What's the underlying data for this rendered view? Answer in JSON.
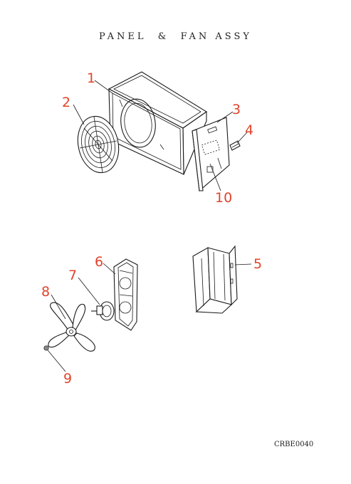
{
  "title": "PANEL  &  FAN ASSY",
  "drawing_code": "CRBE0040",
  "callouts": [
    {
      "id": "callout-1",
      "label": "1"
    },
    {
      "id": "callout-2",
      "label": "2"
    },
    {
      "id": "callout-3",
      "label": "3"
    },
    {
      "id": "callout-4",
      "label": "4"
    },
    {
      "id": "callout-10",
      "label": "10"
    },
    {
      "id": "callout-6",
      "label": "6"
    },
    {
      "id": "callout-5",
      "label": "5"
    },
    {
      "id": "callout-7",
      "label": "7"
    },
    {
      "id": "callout-8",
      "label": "8"
    },
    {
      "id": "callout-9",
      "label": "9"
    }
  ],
  "colors": {
    "callout": "#e0442c",
    "line": "#1a1a1a"
  }
}
